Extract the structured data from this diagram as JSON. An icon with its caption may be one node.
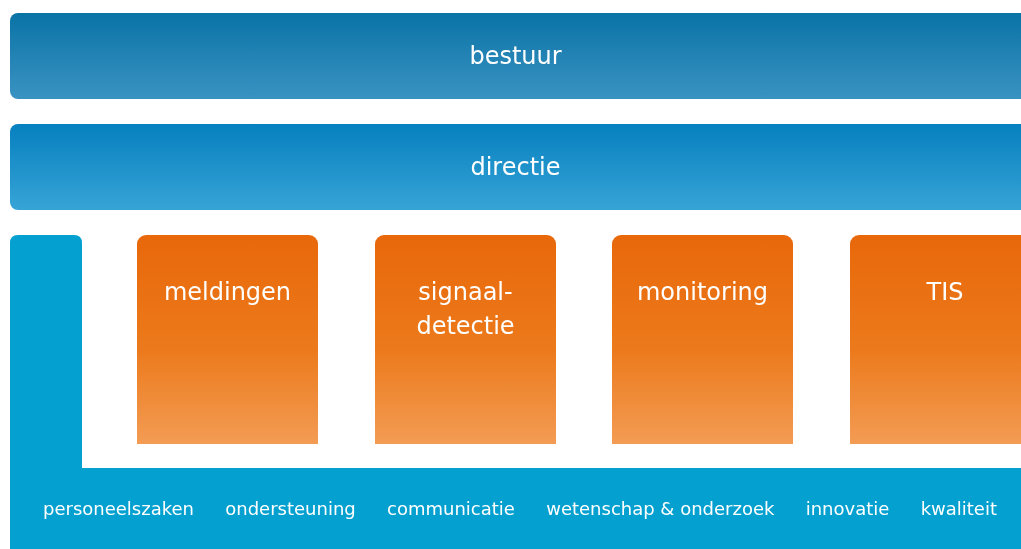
{
  "diagram": {
    "nodes": [
      {
        "text": [
          "bestuur"
        ]
      },
      {
        "text": [
          "directie"
        ]
      },
      {
        "text": [
          "personeelszaken",
          "ondersteuning",
          "communicatie",
          "wetenschap & onderzoek",
          "innovatie",
          "kwaliteit"
        ]
      },
      {
        "text": [
          "meldingen"
        ]
      },
      {
        "text": [
          "signaal- detectie"
        ]
      },
      {
        "text": [
          "monitoring"
        ]
      },
      {
        "text": [
          "TIS"
        ]
      }
    ]
  }
}
